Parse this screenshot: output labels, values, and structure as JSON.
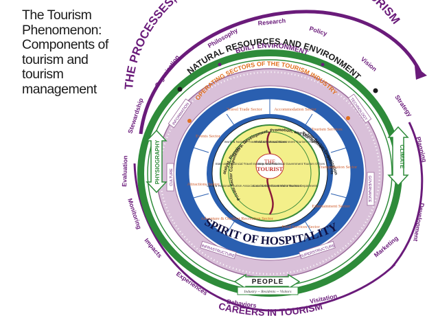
{
  "title_lines": [
    "The Tourism",
    "Phenomenon:",
    "Components of",
    "tourism and",
    "tourism",
    "management"
  ],
  "outer_arc": "THE PROCESSES, ACTIVITIES, AND OUTCOMES OF TOURISM",
  "bottom_banner": "CAREERS IN TOURISM",
  "process_words": [
    "Philosophy",
    "Research",
    "Policy",
    "Vision",
    "Strategy",
    "Planning",
    "Development",
    "Marketing",
    "Visitation",
    "Behaviors",
    "Experiences",
    "Impacts",
    "Monitoring",
    "Evaluation",
    "Stewardship",
    "Organization"
  ],
  "natural_arc": "NATURAL RESOURCES AND ENVIRONMENT",
  "physiography": "PHYSIOGRAPHY",
  "climate": "CLIMATE",
  "people": {
    "label": "PEOPLE",
    "sub": "Industry -- Residents -- Visitors"
  },
  "built_arc": "BUILT ENVIRONMENT",
  "ring_items": [
    "INFORMATION",
    "CULTURE",
    "INFRASTRUCTURE",
    "SUPERSTRUCTURE",
    "TECHNOLOGY",
    "GOVERNANCE"
  ],
  "operating_arc": "OPERATING SECTORS OF THE TOURISM INDUSTRY",
  "sectors": [
    "Travel Trade Sector",
    "Accommodation Sector",
    "Tourism Services",
    "Transportation Sector",
    "Entertainment Sector",
    "Food Services Sector",
    "Adventure & Outdoor Recreation Sector",
    "Attractions Sector",
    "Events Sector"
  ],
  "hospitality": "SPIRIT OF HOSPITALITY",
  "catalyst_arc": "Catalyst, Planning, Development, Promotion, and Management Organizations",
  "private_sector": "Private Sector Components",
  "public_sector": "Public Sector Components",
  "components_left": [
    "World & National Travel Industry Associations",
    "State and Provincial Travel Industry Associations",
    "Local & Regional Tourism Associations Convention & Visitor Bureaus"
  ],
  "components_right": [
    "World & National Government Tourism Offices",
    "State and Provincial Government Tourism Offices",
    "Local & City Government Tourism Departments"
  ],
  "center": [
    "THE",
    "TOURIST"
  ],
  "colors": {
    "purple": "#6a1b7a",
    "green": "#2e8b3a",
    "mauve": "#c8a8c8",
    "blue": "#2a5fb0",
    "orange": "#e07020",
    "yellow": "#f3ef8a",
    "red": "#c0302a"
  }
}
